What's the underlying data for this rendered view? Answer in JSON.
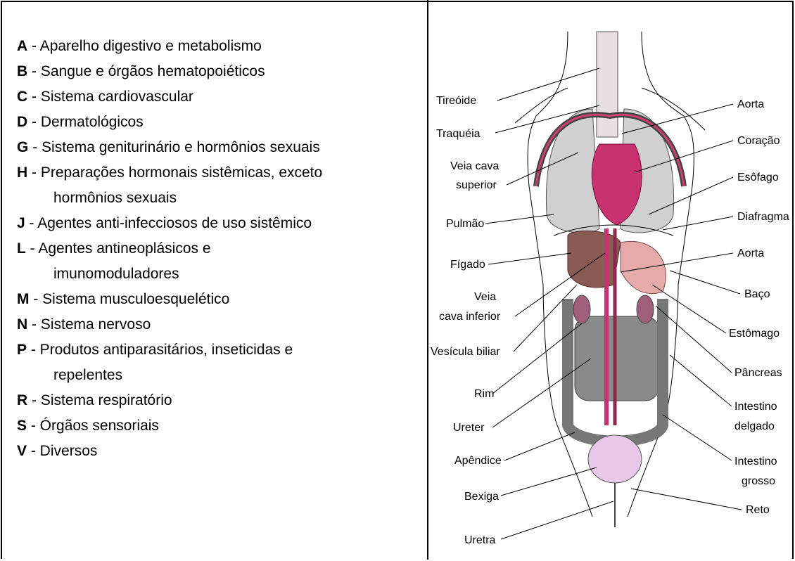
{
  "legend": [
    {
      "code": "A",
      "text": "- Aparelho digestivo e metabolismo",
      "cont": ""
    },
    {
      "code": "B",
      "text": "- Sangue e órgãos hematopoiéticos",
      "cont": ""
    },
    {
      "code": "C",
      "text": "- Sistema cardiovascular",
      "cont": ""
    },
    {
      "code": "D",
      "text": "- Dermatológicos",
      "cont": ""
    },
    {
      "code": "G",
      "text": "- Sistema geniturinário e hormônios sexuais",
      "cont": ""
    },
    {
      "code": "H",
      "text": "- Preparações hormonais sistêmicas, exceto",
      "cont": "hormônios sexuais"
    },
    {
      "code": "J",
      "text": "- Agentes anti-infecciosos de uso sistêmico",
      "cont": ""
    },
    {
      "code": "L",
      "text": "- Agentes antineoplásicos e",
      "cont": "imunomoduladores"
    },
    {
      "code": "M",
      "text": "- Sistema musculoesquelético",
      "cont": ""
    },
    {
      "code": "N",
      "text": "- Sistema nervoso",
      "cont": ""
    },
    {
      "code": "P",
      "text": "- Produtos antiparasitários, inseticidas e",
      "cont": "repelentes"
    },
    {
      "code": "R",
      "text": "- Sistema respiratório",
      "cont": ""
    },
    {
      "code": "S",
      "text": "- Órgãos sensoriais",
      "cont": ""
    },
    {
      "code": "V",
      "text": "- Diversos",
      "cont": ""
    }
  ],
  "figure": {
    "left_labels": {
      "tireoide": "Tireóide",
      "traqueia": "Traquéia",
      "veia_cava_superior_1": "Veia cava",
      "veia_cava_superior_2": "superior",
      "pulmao": "Pulmão",
      "figado": "Fígado",
      "veia_cava_inferior_1": "Veia",
      "veia_cava_inferior_2": "cava inferior",
      "vesicula_biliar": "Vesícula biliar",
      "rim": "Rim",
      "ureter": "Ureter",
      "apendice": "Apêndice",
      "bexiga": "Bexiga",
      "uretra": "Uretra"
    },
    "right_labels": {
      "aorta_top": "Aorta",
      "coracao": "Coração",
      "esofago": "Esôfago",
      "diafragma": "Diafragma",
      "aorta_abd": "Aorta",
      "baco": "Baço",
      "estomago": "Estômago",
      "pancreas": "Pâncreas",
      "intestino_delgado_1": "Intestino",
      "intestino_delgado_2": "delgado",
      "intestino_grosso_1": "Intestino",
      "intestino_grosso_2": "grosso",
      "reto": "Reto"
    }
  }
}
